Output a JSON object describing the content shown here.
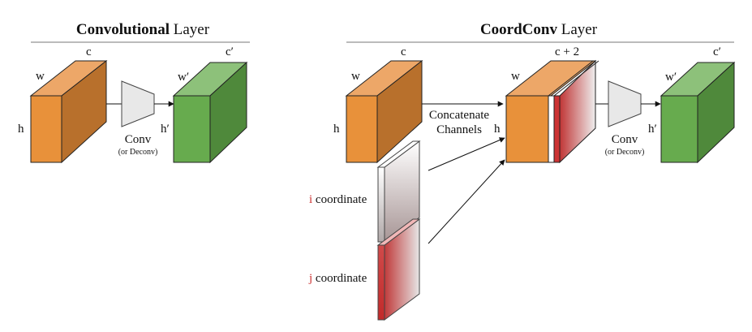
{
  "left_panel": {
    "title_bold": "Convolutional",
    "title_rest": " Layer",
    "input": {
      "w": "w",
      "c": "c",
      "h": "h"
    },
    "op_label": "Conv",
    "op_sublabel": "(or Deconv)",
    "output": {
      "w": "w′",
      "c": "c′",
      "h": "h′"
    }
  },
  "right_panel": {
    "title_bold": "CoordConv",
    "title_rest": " Layer",
    "input": {
      "w": "w",
      "c": "c",
      "h": "h"
    },
    "concat_line1": "Concatenate",
    "concat_line2": "Channels",
    "i_channel": {
      "letter": "i",
      "rest": " coordinate"
    },
    "j_channel": {
      "letter": "j",
      "rest": " coordinate"
    },
    "concat_block": {
      "w": "w",
      "c": "c + 2",
      "h": "h"
    },
    "op_label": "Conv",
    "op_sublabel": "(or Deconv)",
    "output": {
      "w": "w′",
      "c": "c′",
      "h": "h′"
    }
  },
  "colors": {
    "orange_front": "#e8913a",
    "orange_top": "#eda768",
    "orange_side": "#b8702c",
    "green_front": "#67ab4e",
    "green_top": "#8dc17a",
    "green_side": "#4f893b",
    "coord_red": "#cc3333",
    "coord_gray": "#bbbbbb",
    "rule_gray": "#bbbbbb",
    "op_fill": "#e8e8e8"
  }
}
